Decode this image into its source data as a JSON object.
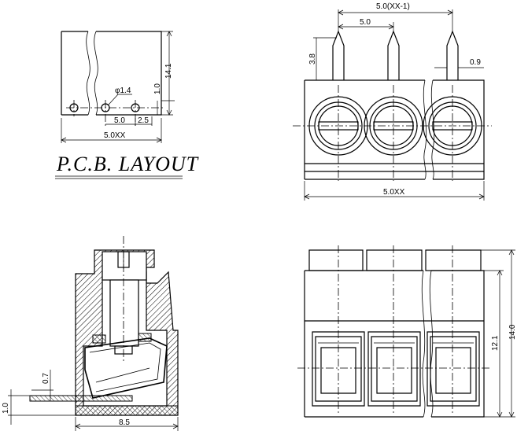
{
  "layout_title": "P.C.B. LAYOUT",
  "dimensions": {
    "pcb_height": "14.1",
    "pcb_hole_offset": "1.0",
    "hole_diameter": "φ1.4",
    "hole_spacing": "5.0",
    "hole_edge": "2.5",
    "pcb_width": "5.0XX",
    "top_total_pitch": "5.0(XX-1)",
    "top_pitch": "5.0",
    "pin_length": "3.8",
    "pin_width": "0.9",
    "top_width": "5.0XX",
    "side_base": "1.0",
    "side_clip": "0.7",
    "side_width": "8.5",
    "front_inner_height": "12.1",
    "front_total_height": "14.0"
  }
}
